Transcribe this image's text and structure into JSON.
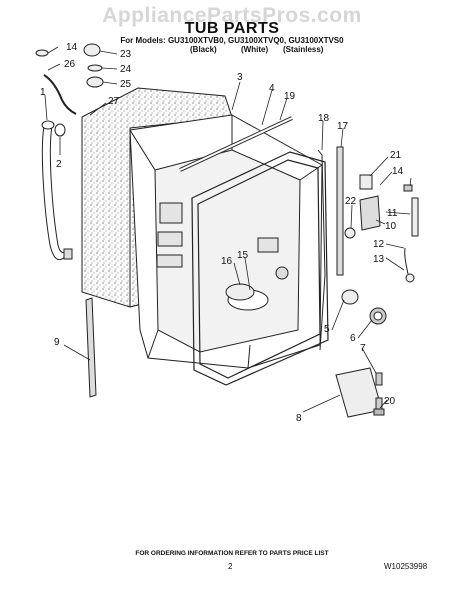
{
  "watermark": "AppliancePartsPros.com",
  "header": {
    "title": "TUB PARTS",
    "models": "For Models: GU3100XTVB0, GU3100XTVQ0, GU3100XTVS0",
    "colors": {
      "black": "(Black)",
      "white": "(White)",
      "stainless": "(Stainless)"
    }
  },
  "callouts": {
    "c1": "1",
    "c2": "2",
    "c3": "3",
    "c4": "4",
    "c5": "5",
    "c6": "6",
    "c7": "7",
    "c8": "8",
    "c9": "9",
    "c10": "10",
    "c11": "11",
    "c12": "12",
    "c13": "13",
    "c14a": "14",
    "c14b": "14",
    "c15": "15",
    "c16": "16",
    "c17": "17",
    "c18": "18",
    "c19": "19",
    "c20": "20",
    "c21": "21",
    "c22": "22",
    "c23": "23",
    "c24": "24",
    "c25": "25",
    "c26": "26",
    "c27": "27"
  },
  "footer": {
    "note": "FOR ORDERING INFORMATION REFER TO PARTS PRICE LIST",
    "page": "2",
    "doc_number": "W10253998"
  }
}
